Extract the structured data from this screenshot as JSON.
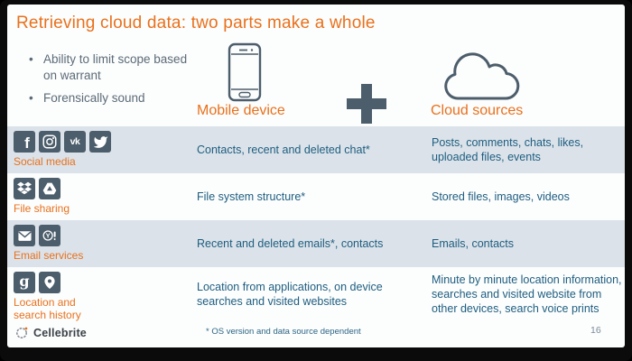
{
  "slide": {
    "title": "Retrieving cloud data: two parts make a whole",
    "bullets": [
      "Ability to limit scope based on warrant",
      "Forensically sound"
    ],
    "columns": {
      "mobile": "Mobile device",
      "cloud": "Cloud sources"
    },
    "rows": [
      {
        "category": "Social media",
        "icons": [
          "facebook-icon",
          "instagram-icon",
          "vk-icon",
          "twitter-icon"
        ],
        "mobile": "Contacts, recent and deleted chat*",
        "cloud": "Posts, comments, chats, likes, uploaded files, events"
      },
      {
        "category": "File sharing",
        "icons": [
          "dropbox-icon",
          "google-drive-icon"
        ],
        "mobile": "File system structure*",
        "cloud": "Stored files, images, videos"
      },
      {
        "category": "Email services",
        "icons": [
          "email-icon",
          "yahoo-mail-icon"
        ],
        "mobile": "Recent and deleted emails*, contacts",
        "cloud": "Emails, contacts"
      },
      {
        "category": "Location and search history",
        "icons": [
          "google-icon",
          "map-pin-icon"
        ],
        "mobile": "Location from applications, on device searches and visited websites",
        "cloud": "Minute by minute location information, searches and visited website from other devices, search voice prints"
      }
    ],
    "footer": {
      "brand": "Cellebrite",
      "footnote": "* OS version and data source dependent",
      "page_number": "16"
    },
    "colors": {
      "accent_orange": "#E9711C",
      "icon_slate": "#4C5D6B",
      "table_text": "#1E5E80",
      "row_band": "#DBE2E9"
    }
  }
}
